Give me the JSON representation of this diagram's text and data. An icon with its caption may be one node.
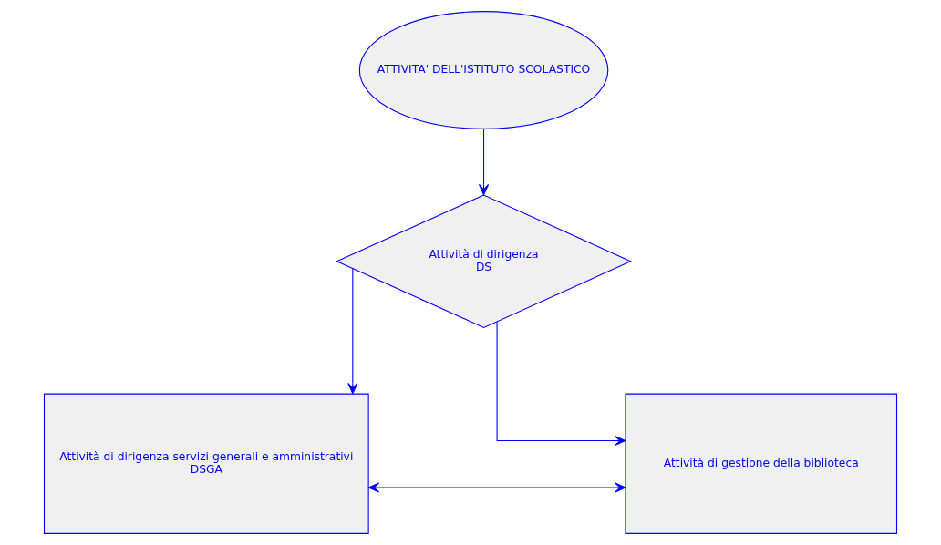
{
  "diagram": {
    "nodes": [
      {
        "text": [
          "ATTIVITA' DELL'ISTITUTO SCOLASTICO"
        ]
      },
      {
        "text": [
          "Attività di dirigenza",
          "DS"
        ]
      },
      {
        "text": [
          "Attività di dirigenza servizi generali e amministrativi",
          "DSGA"
        ]
      },
      {
        "text": [
          "Attività di gestione della biblioteca"
        ]
      }
    ],
    "edges": [
      {
        "from": 0,
        "to": 1,
        "arrow": "to"
      },
      {
        "from": 1,
        "to": 2,
        "arrow": "to"
      },
      {
        "from": 1,
        "to": 3,
        "arrow": "to"
      },
      {
        "from": 2,
        "to": 3,
        "arrow": "both"
      }
    ]
  }
}
